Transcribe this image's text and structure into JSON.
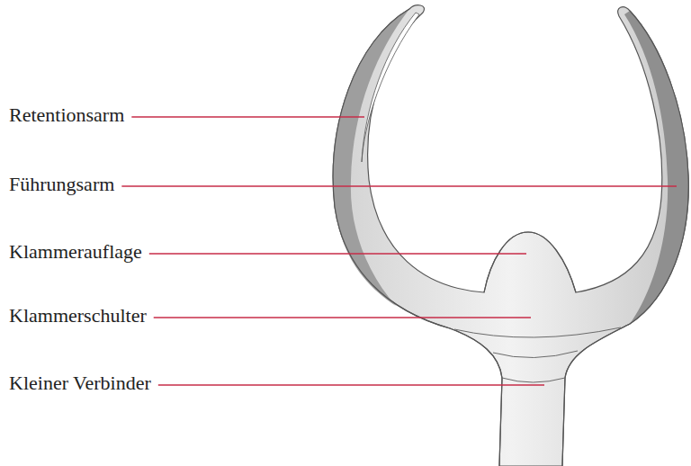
{
  "diagram": {
    "labels": [
      "Retentionsarm",
      "Führungsarm",
      "Klammerauflage",
      "Klammerschulter",
      "Kleiner Verbinder"
    ]
  }
}
